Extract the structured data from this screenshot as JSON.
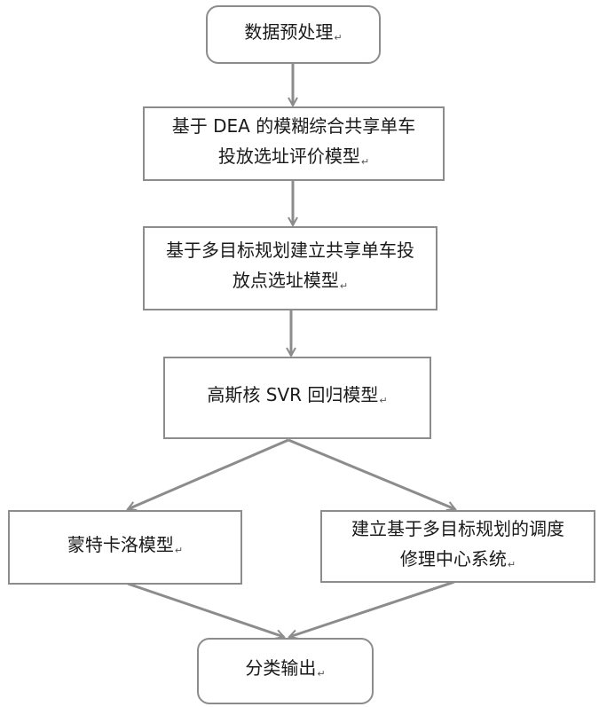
{
  "nodes": {
    "preprocess": {
      "lines": [
        "数据预处理"
      ]
    },
    "dea_eval": {
      "lines": [
        "基于 DEA 的模糊综合共享单车",
        "投放选址评价模型"
      ]
    },
    "multi_obj_site": {
      "lines": [
        "基于多目标规划建立共享单车投",
        "放点选址模型"
      ]
    },
    "svr": {
      "lines": [
        "高斯核 SVR 回归模型"
      ]
    },
    "monte_carlo": {
      "lines": [
        "蒙特卡洛模型"
      ]
    },
    "dispatch": {
      "lines": [
        "建立基于多目标规划的调度",
        "修理中心系统"
      ]
    },
    "output": {
      "lines": [
        "分类输出"
      ]
    }
  },
  "paragraph_mark": "↵",
  "colors": {
    "line": "#8c8c8c",
    "text": "#1a1a1a"
  }
}
